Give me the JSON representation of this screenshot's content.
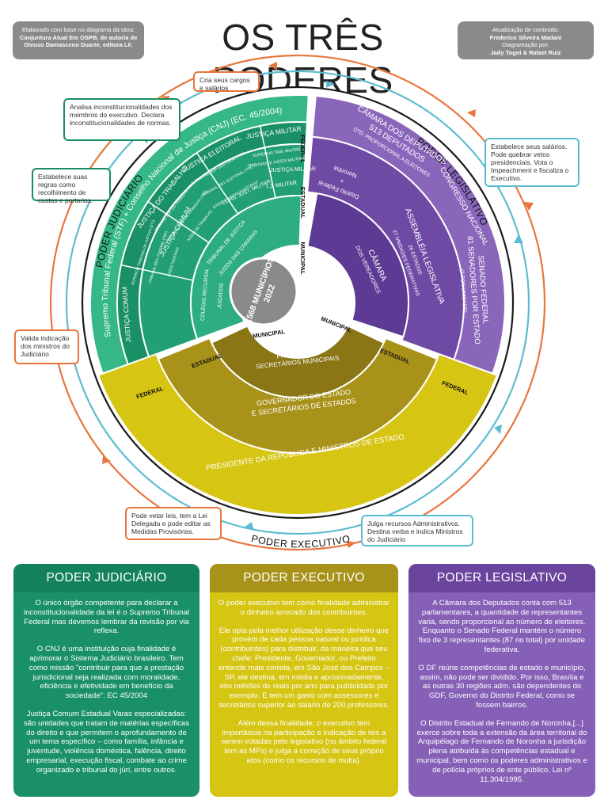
{
  "title": "OS TRÊS PODERES",
  "credit_left": {
    "line1": "Elaborado com base no diagrama da obra:",
    "line2": "Conjuntura Atual Em OSPB, de autoria de",
    "line3": "Gleuso Damasceno Duarte, editora Lê."
  },
  "credit_right": {
    "line1": "Atualização de conteúdo:",
    "line2": "Frederico Silveira Madani",
    "line3": "Diagramação por:",
    "line4": "Jady Togni & Rafael Ruiz"
  },
  "notes": {
    "salarios_cria": "Cria seus cargos e salários",
    "analisa": "Analisa inconstitucionalidades dos membros do executivo. Declara inconstitucionalidades de normas.",
    "estabelece_regras": "Estabelece suas regras como recolhimento de custas e portarias.",
    "valida": "Valida indicação dos ministros do Judiciário",
    "estabelece_salarios": "Estabelece seus salários. Pode quebrar vetos presidenciais. Vota o Impeachment e fiscaliza o Executivo.",
    "pode_vetar": "Pode vetar leis, tem a Lei Delegada e pode editar as Medidas Provisórias.",
    "julga": "Julga recursos Administrativos. Destina verba e indica Ministros do Judiciário"
  },
  "diagram": {
    "center_line1": "5.568 MUNICÍPIOS",
    "center_line2": "2022",
    "outer_judiciario": "PODER JUDICIÁRIO",
    "outer_legislativo": "PODER LEGISLATIVO",
    "outer_executivo": "PODER EXECUTIVO",
    "jud": {
      "stf": "Supremo Tribunal Federal (STF) + Conselho Nacional de Justiça (CNJ) (EC. 45/2004)",
      "justica_militar_fed": "Justiça Militar",
      "superior_tribunal_militar": "Superior Trib. Militar",
      "tribunais_juizes_militares": "Tribunais e Juízes Militares",
      "justica_eleitoral": "Justiça Eleitoral",
      "tse": "Tribunal Sup. Eleitoral (TSE)",
      "tre": "Tribunal Reg. Eleitoral (TRE)",
      "juizes_eleitorais": "Juízes e Juntas Eleitorais",
      "justica_trabalho": "Justiça do Trabalho",
      "tst": "Tribunal Sup. do Trabalho (TST)",
      "trt": "Tribunal Reg. do Trabalho (TRT)",
      "juizes_trabalho": "Juízes do Trabalho",
      "stj": "Superior Tribunal de Justiça (STJ)",
      "trf": "Tribunal Reg. Federal (TRF)",
      "juizes_federais": "Juízes Federais",
      "justica_comum_fed": "Justiça Comum",
      "justica_militar_est": "Justiça Militar",
      "tj_militar": "T.J. Militar",
      "cons_just_militar": "Cons. Just. Militar",
      "justica_comum_est": "Justiça Comum",
      "tribunal_justica": "Tribunal de Justiça",
      "juizos_camaras": "Juízos das Câmaras",
      "colegio_recursal": "Colégio Recursal",
      "juizados": "Juizados"
    },
    "leg": {
      "camara_deputados": "Câmara dos Deputados",
      "deputados_513": "513 Deputados",
      "qtd_proporcional": "Qtd. proporcional a eleitores",
      "congresso": "Congresso Nacional",
      "senado": "Senado Federal",
      "senadores_81": "81 Senadores por estado",
      "tres_por_unidade": "(3 por unidade)",
      "noronha": "Noronha",
      "plus": "+",
      "distrito_federal": "Distrito Federal",
      "assembleia": "Assembléia Legislativa",
      "estados_26": "26 Estados",
      "unidades_federativas": "27 unidades federativas",
      "camara_vereadores": "Câmara",
      "dos_vereadores": "dos Vereadores"
    },
    "exe": {
      "prefeitos": "Prefeitos e",
      "secretarios_municipais": "Secretários Municipais",
      "governador": "Governador do Estado",
      "secretarios_estados": "e Secretários de Estados",
      "presidente": "Presidente da República e Ministros de Estado"
    },
    "levels": {
      "federal": "FEDERAL",
      "estadual": "ESTADUAL",
      "municipal": "MUNICIPAL"
    }
  },
  "panels": {
    "judiciario": {
      "title": "PODER JUDICIÁRIO",
      "p1": "O único órgão competente para declarar a inconstitucionalidade da lei é o Supremo Tribunal Federal  mas devemos lembrar da revisão por via reflexa.",
      "p2": "O CNJ é uma instituição cuja finalidade é aprimorar o Sistema Judiciário brasileiro. Tem como missão \"contribuir para que a prestação jurisdicional seja realizada com moralidade, eficiência e efetividade em benefício da sociedade\". EC 45/2004",
      "p3": "Justiça Comum Estadual Varas especializadas: são unidades que tratam de matérias específicas do direito e que permitem o aprofundamento de um tema específico – como família, infância e juventude, violência doméstica, falência, direito empresarial, execução fiscal, combate ao crime organizado e tribunal do júri, entre outros."
    },
    "executivo": {
      "title": "PODER EXECUTIVO",
      "p1": "O poder executivo tem como finalidade administrar o dinheiro arrecado dos contribuintes.",
      "p2": "Ele opta pela melhor utilização desse dinheiro que provém de cada pessoa natural ou jurídica (contribuintes) para distribuir, da maneira que seu chefe: Presidente, Governador, ou Prefeito entende mais correta, em São José dos Campos – SP, ele destina, em média e aproximadamente, oito milhões de reais por ano para publicidade por exemplo. E tem um gasto com assessores e secretários superior ao salário de 200 professores.",
      "p3": "Além dessa finalidade, o executivo tem importância na participação e indicação de leis a serem votadas pelo legislativo (no âmbito federal tem as MPs) e julga a correção de seus próprio atos (como os recursos de multa)."
    },
    "legislativo": {
      "title": "PODER LEGISLATIVO",
      "p1": "A Câmara dos Deputados conta com 513 parlamentares, a quantidade de representantes varia, sendo proporcional ao número de eleitores. Enquanto o Senado Federal mantém o número fixo de 3 representantes (87 no total) por unidade federativa.",
      "p2": "O DF reúne competências de estado e município, assim, não pode ser dividido. Por isso, Brasília e as outras 30 regiões adm. são dependentes do GDF, Governo do Distrito Federal, como se fossem bairros.",
      "p3": "O Distrito Estadual de Fernando de Noronha,[...] exerce sobre toda a extensão da área territorial do Arquipélago de Fernando de Noronha a jurisdição plena atribuída às competências estadual e municipal, bem como os poderes administrativos e de polícia próprios de ente público. Lei nº 11.304/1995."
    }
  },
  "colors": {
    "judiciario": "#1a9066",
    "executivo": "#d6c513",
    "executivo_dark": "#a8921a",
    "legislativo": "#8560b6",
    "arrow_orange": "#e8753c",
    "arrow_blue": "#5dbcd2"
  }
}
